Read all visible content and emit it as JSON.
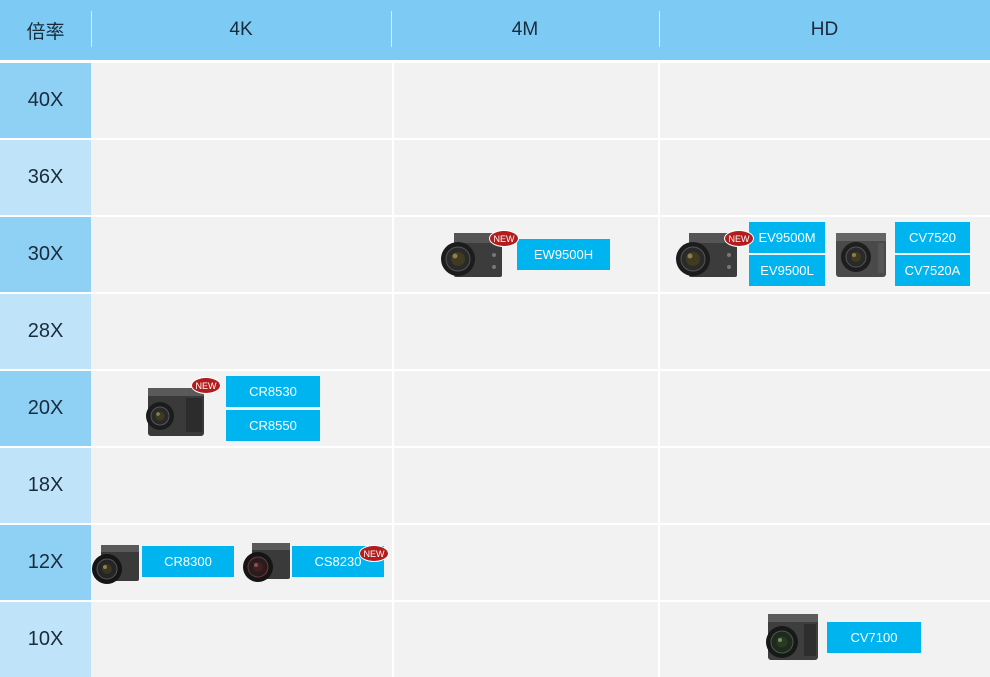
{
  "header": {
    "columns": [
      "倍率",
      "4K",
      "4M",
      "HD"
    ]
  },
  "rows": [
    {
      "label": "40X"
    },
    {
      "label": "36X"
    },
    {
      "label": "30X"
    },
    {
      "label": "28X"
    },
    {
      "label": "20X"
    },
    {
      "label": "18X"
    },
    {
      "label": "12X"
    },
    {
      "label": "10X"
    }
  ],
  "badge": {
    "new_label": "NEW"
  },
  "models": {
    "ew9500h": "EW9500H",
    "ev9500m": "EV9500M",
    "ev9500l": "EV9500L",
    "cv7520": "CV7520",
    "cv7520a": "CV7520A",
    "cr8530": "CR8530",
    "cr8550": "CR8550",
    "cr8300": "CR8300",
    "cs8230": "CS8230",
    "cv7100": "CV7100"
  },
  "colors": {
    "header_bg": "#7dcaf4",
    "label_dark": "#8fd0f5",
    "label_light": "#bfe4f9",
    "cell_bg": "#f2f2f2",
    "model_bg": "#00b4f0",
    "new_badge": "#b21c1c"
  }
}
